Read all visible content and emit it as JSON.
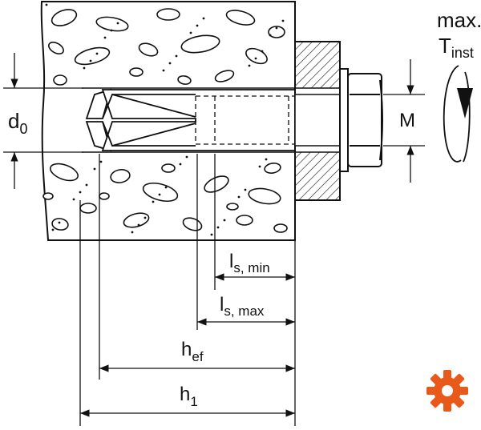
{
  "labels": {
    "d0": {
      "main": "d",
      "sub": "0"
    },
    "M": "M",
    "torque_line1": "max.",
    "torque_T": "T",
    "torque_sub": "inst",
    "ls_min": {
      "main": "l",
      "sub": "s, min"
    },
    "ls_max": {
      "main": "l",
      "sub": "s, max"
    },
    "hef": {
      "main": "h",
      "sub": "ef"
    },
    "h1": {
      "main": "h",
      "sub": "1"
    }
  },
  "colors": {
    "line": "#111111",
    "logo": "#e8591a",
    "background": "#ffffff"
  },
  "logo": {
    "icon": "gear-icon"
  }
}
